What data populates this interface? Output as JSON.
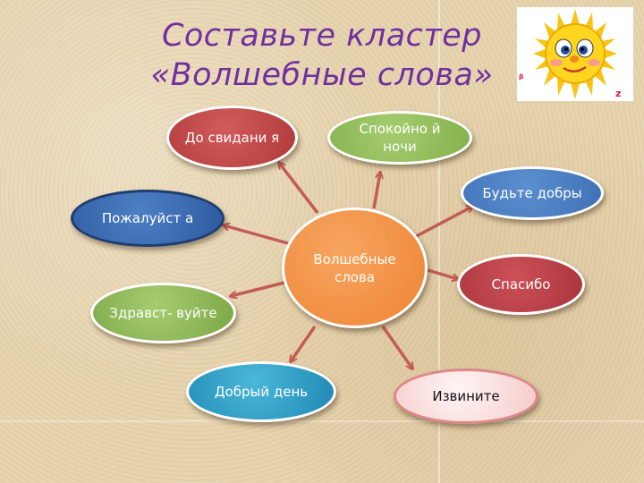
{
  "slide": {
    "title_line1": "Составьте кластер",
    "title_line2": "«Волшебные слова»",
    "sun_image": "smiling-sun-icon"
  },
  "cluster": {
    "center": "Волшебные слова",
    "center_display": "Волшебны­e слова",
    "nodes": [
      {
        "id": "do-svidaniya",
        "text": "До свидани я"
      },
      {
        "id": "spokoynoy-nochi",
        "text": "Спокойно й ночи"
      },
      {
        "id": "budte-dobry",
        "text": "Будьте добры"
      },
      {
        "id": "spasibo",
        "text": "Спасибо"
      },
      {
        "id": "izvinite",
        "text": "Извините"
      },
      {
        "id": "dobryy-den",
        "text": "Добрый день"
      },
      {
        "id": "zdravstvuyte",
        "text": "Здравст- вуйте"
      },
      {
        "id": "pozhaluysta",
        "text": "Пожалуйст а"
      }
    ]
  },
  "colors": {
    "title": "#7030a0",
    "arrow": "#c0504d",
    "center": "#f79646"
  }
}
